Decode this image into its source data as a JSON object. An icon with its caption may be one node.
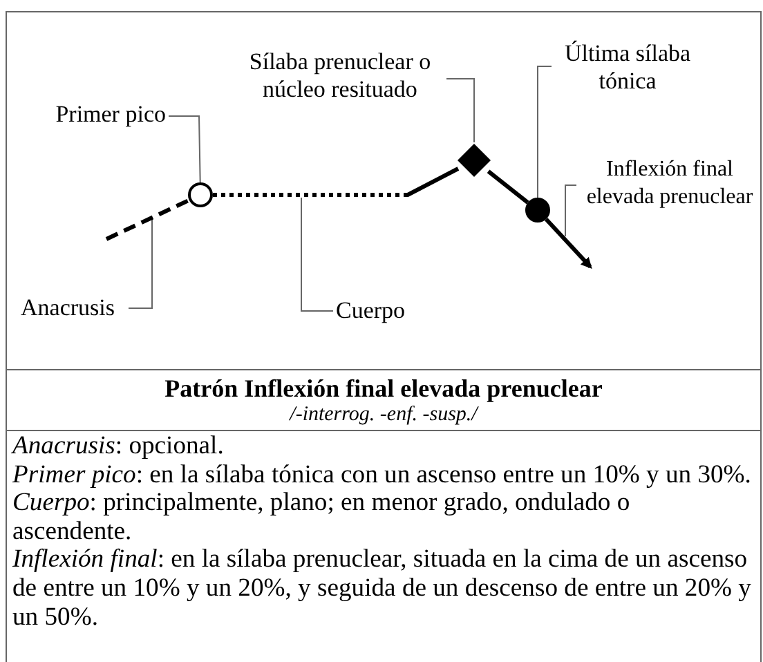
{
  "diagram": {
    "nodes": [
      {
        "text": [
          "Primer pico"
        ]
      },
      {
        "text": [
          "Sílaba prenuclear o núcleo resituado"
        ]
      },
      {
        "text": [
          "Última sílaba tónica"
        ]
      },
      {
        "text": [
          "Inflexión final elevada prenuclear"
        ]
      },
      {
        "text": [
          "Anacrusis"
        ]
      },
      {
        "text": [
          "Cuerpo"
        ]
      },
      {
        "text": [],
        "shape": "circle"
      },
      {
        "text": [],
        "shape": "diamond"
      },
      {
        "text": [],
        "shape": "circle"
      }
    ],
    "edges": [
      {
        "from": 0,
        "to": 6,
        "arrow": "none"
      },
      {
        "from": 1,
        "to": 7,
        "arrow": "none"
      },
      {
        "from": 2,
        "to": 8,
        "arrow": "none"
      },
      {
        "from": 3,
        "to": null,
        "arrow": "none"
      },
      {
        "from": 4,
        "to": null,
        "arrow": "none"
      },
      {
        "from": 5,
        "to": null,
        "arrow": "none"
      },
      {
        "from": null,
        "to": 6,
        "arrow": "none",
        "style": "dashed",
        "color": "#000000"
      },
      {
        "from": 6,
        "to": 7,
        "arrow": "none",
        "style": "dashed",
        "color": "#000000"
      },
      {
        "from": 7,
        "to": 8,
        "arrow": "none",
        "style": "thick",
        "color": "#000000"
      },
      {
        "from": 8,
        "to": null,
        "arrow": "to",
        "style": "thick",
        "color": "#000000"
      }
    ],
    "labels": [
      "Patrón Inflexión final elevada prenuclear",
      "/-interrog. -enf. -susp./",
      "*Anacrusis*: opcional.",
      "*Primer pico*: en la sílaba tónica con un ascenso entre un 10% y un 30%.",
      "*Cuerpo*: principalmente, plano; en menor grado, ondulado o ascendente.",
      "*Inflexión final*: en la sílaba prenuclear, situada en la cima de un ascenso de entre un 10% y un 20%, y seguida de un descenso de entre un 20% y un 50%."
    ]
  }
}
